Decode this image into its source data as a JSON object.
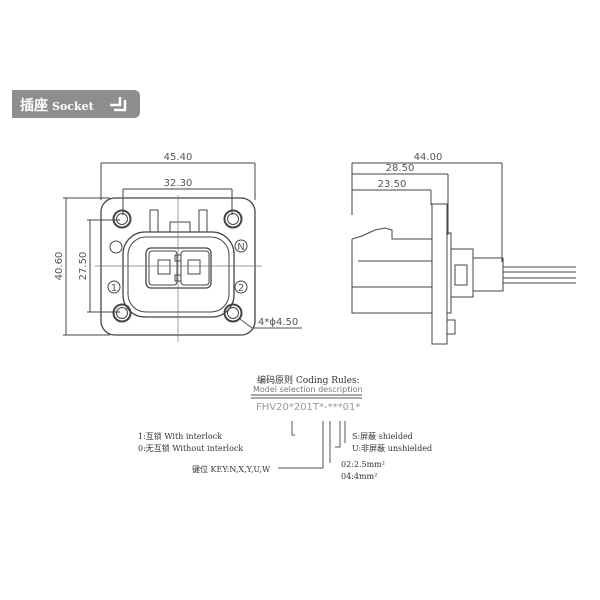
{
  "banner": {
    "title_cn": "插座",
    "title_en": "Socket",
    "icon": "corner-arrow-icon",
    "bg_color": "#8e8e8e"
  },
  "front_view": {
    "dim_width_outer": "45.40",
    "dim_width_inner": "32.30",
    "dim_height_outer": "40.60",
    "dim_height_inner": "27.50",
    "hole_note": "4*ϕ4.50",
    "labels": {
      "n": "N",
      "one": "1",
      "two": "2"
    }
  },
  "side_view": {
    "dim_total": "44.00",
    "dim_mid": "28.50",
    "dim_short": "23.50"
  },
  "coding": {
    "title": "编码原则 Coding Rules:",
    "subtitle": "Model selection description",
    "model": "FHV20*201T*-***01*",
    "interlock_1": "1:互锁 With interlock",
    "interlock_0": "0:无互锁 Without interlock",
    "key": "键位 KEY:N,X,Y,U,W",
    "shield_s": "S:屏蔽 shielded",
    "shield_u": "U:非屏蔽  unshielded",
    "size_02": "02:2.5mm²",
    "size_04": "04:4mm²"
  }
}
